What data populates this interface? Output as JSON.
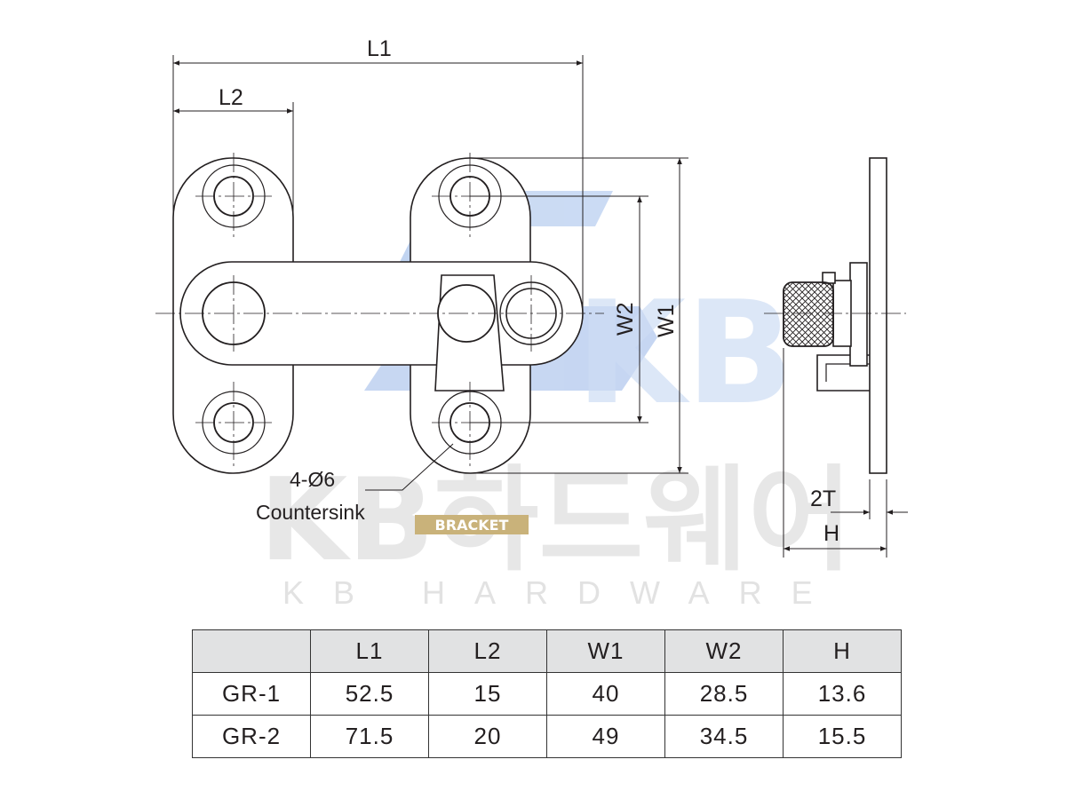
{
  "dimension_labels": {
    "L1": "L1",
    "L2": "L2",
    "W1": "W1",
    "W2": "W2",
    "T2": "2T",
    "H": "H"
  },
  "callout": {
    "holes": "4-Ø6",
    "holes_note": "Countersink"
  },
  "watermark": {
    "brand": "KB하드웨어",
    "brand_en": "KB HARDWARE",
    "category": "BRACKET",
    "logo_text": "KB",
    "logo_color": "#a9c3ea",
    "badge_color": "#c9b27a"
  },
  "spec_table": {
    "headers": [
      "",
      "L1",
      "L2",
      "W1",
      "W2",
      "H"
    ],
    "rows": [
      [
        "GR-1",
        "52.5",
        "15",
        "40",
        "28.5",
        "13.6"
      ],
      [
        "GR-2",
        "71.5",
        "20",
        "49",
        "34.5",
        "15.5"
      ]
    ]
  }
}
